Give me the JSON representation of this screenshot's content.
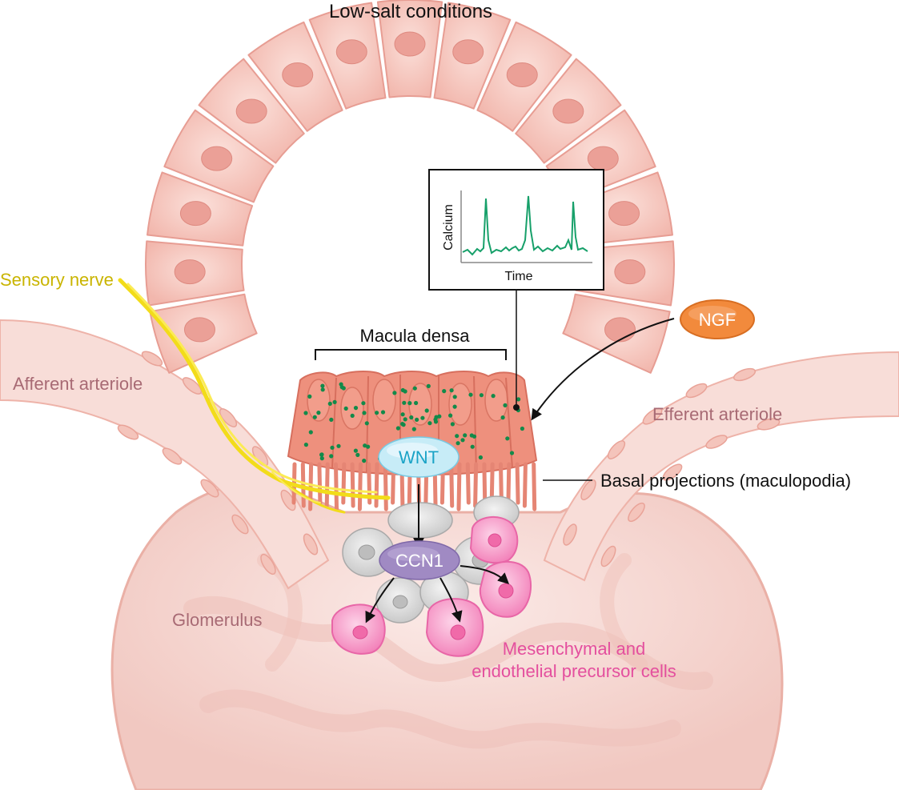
{
  "title": "Low-salt conditions",
  "labels": {
    "sensory_nerve": "Sensory nerve",
    "afferent_arteriole": "Afferent arteriole",
    "efferent_arteriole": "Efferent arteriole",
    "macula_densa": "Macula densa",
    "basal_projections": "Basal projections (maculopodia)",
    "glomerulus": "Glomerulus",
    "precursor_line1": "Mesenchymal and",
    "precursor_line2": "endothelial precursor cells"
  },
  "badges": {
    "ngf": "NGF",
    "wnt": "WNT",
    "ccn1": "CCN1"
  },
  "inset": {
    "ylabel": "Calcium",
    "xlabel": "Time"
  },
  "colors": {
    "tubule_cell": "#f6c9c0",
    "tubule_outline": "#e79d93",
    "nucleus": "#eba097",
    "macula_cell": "#ee8f7c",
    "granule": "#138a4a",
    "nerve": "#f2dc1a",
    "nerve_label": "#c9b400",
    "arteriole_label": "#a86a74",
    "glomerulus_fill": "#f8e0dc",
    "precursor_pink": "#f483bb",
    "precursor_label": "#e44f9e",
    "gray_cell": "#d6d6d6",
    "ngf_orange": "#f28a3c",
    "wnt_cyan": "#bfe9f5",
    "wnt_text": "#1aa3c6",
    "ccn1_purple": "#a08ac3",
    "trace_green": "#17a06a"
  }
}
